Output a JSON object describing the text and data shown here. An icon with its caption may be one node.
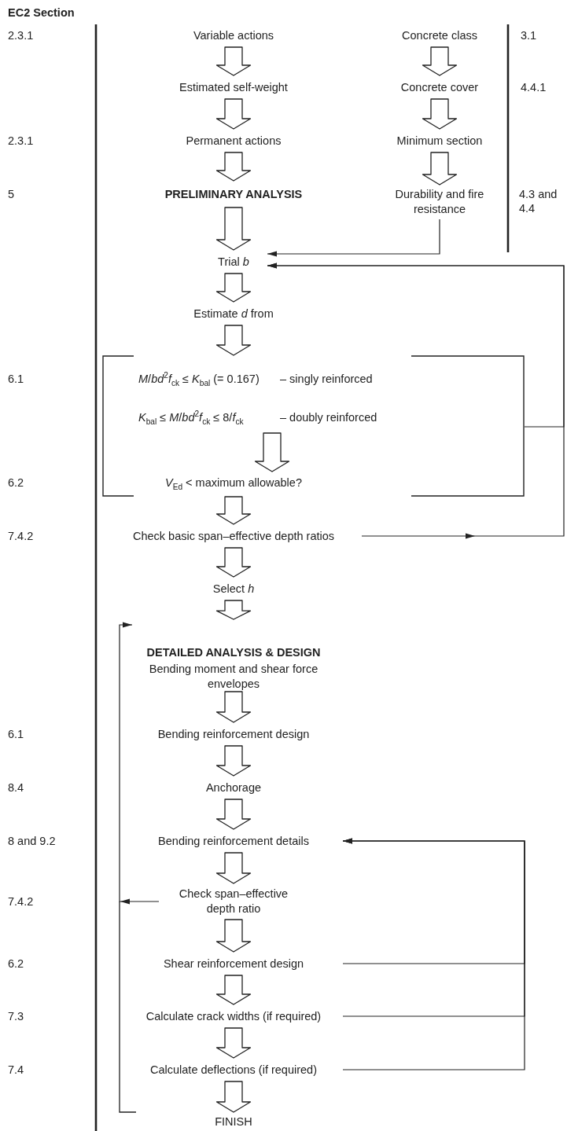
{
  "diagram": {
    "nodes": [
      {
        "text": [
          "Variable actions"
        ]
      },
      {
        "text": [
          "Estimated self-weight"
        ]
      },
      {
        "text": [
          "Permanent actions"
        ]
      },
      {
        "text": [
          "PRELIMINARY ANALYSIS"
        ]
      },
      {
        "text": [
          "Concrete class"
        ]
      },
      {
        "text": [
          "Concrete cover"
        ]
      },
      {
        "text": [
          "Minimum section"
        ]
      },
      {
        "text": [
          "Durability and fire resistance"
        ]
      },
      {
        "text": [
          "Trial *b*"
        ]
      },
      {
        "text": [
          "Estimate *d* from"
        ]
      },
      {
        "text": [],
        "shape": "box"
      },
      {
        "text": [
          "*M*/*bd*$^{2}$*f*$_{ck}$ ≤ *K*$_{bal}$ (= 0.167)",
          "– singly reinforced"
        ],
        "in": 10
      },
      {
        "text": [
          "*K*$_{bal}$ ≤ *M*/*bd*$^{2}$*f*$_{ck}$ ≤ 8/*f*$_{ck}$",
          "– doubly reinforced"
        ],
        "in": 10
      },
      {
        "text": [
          "*V*$_{Ed}$ < maximum allowable?"
        ],
        "in": 10
      },
      {
        "text": [
          "Check basic span–effective depth ratios"
        ]
      },
      {
        "text": [
          "Select *h*"
        ]
      },
      {
        "text": [
          "DETAILED ANALYSIS & DESIGN",
          "Bending moment and shear force envelopes"
        ]
      },
      {
        "text": [
          "Bending reinforcement design"
        ]
      },
      {
        "text": [
          "Anchorage"
        ]
      },
      {
        "text": [
          "Bending reinforcement details"
        ]
      },
      {
        "text": [
          "Check span–effective depth ratio"
        ]
      },
      {
        "text": [
          "Shear reinforcement design"
        ]
      },
      {
        "text": [
          "Calculate crack widths (if required)"
        ]
      },
      {
        "text": [
          "Calculate deflections (if required)"
        ]
      },
      {
        "text": [
          "FINISH"
        ]
      }
    ],
    "edges": [
      {
        "from": 0,
        "to": 1,
        "arrow": "to",
        "style": "thick"
      },
      {
        "from": 1,
        "to": 2,
        "arrow": "to",
        "style": "thick"
      },
      {
        "from": 2,
        "to": 3,
        "arrow": "to",
        "style": "thick"
      },
      {
        "from": 3,
        "to": 8,
        "arrow": "to",
        "style": "thick"
      },
      {
        "from": 4,
        "to": 5,
        "arrow": "to",
        "style": "thick"
      },
      {
        "from": 5,
        "to": 6,
        "arrow": "to",
        "style": "thick"
      },
      {
        "from": 6,
        "to": 7,
        "arrow": "to",
        "style": "thick"
      },
      {
        "from": 7,
        "to": 8,
        "arrow": "to"
      },
      {
        "from": 8,
        "to": 9,
        "arrow": "to",
        "style": "thick"
      },
      {
        "from": 9,
        "to": 10,
        "arrow": "to",
        "style": "thick"
      },
      {
        "from": 12,
        "to": 13,
        "arrow": "to",
        "style": "thick"
      },
      {
        "from": 10,
        "to": 14,
        "arrow": "to",
        "style": "thick"
      },
      {
        "from": 10,
        "to": 8,
        "arrow": "to"
      },
      {
        "from": 14,
        "to": 8,
        "arrow": "to"
      },
      {
        "from": 14,
        "to": 15,
        "arrow": "to",
        "style": "thick"
      },
      {
        "from": 15,
        "to": 16,
        "arrow": "to",
        "style": "thick"
      },
      {
        "from": 20,
        "to": 16,
        "arrow": "to"
      },
      {
        "from": 16,
        "to": 17,
        "arrow": "to",
        "style": "thick"
      },
      {
        "from": 17,
        "to": 18,
        "arrow": "to",
        "style": "thick"
      },
      {
        "from": 18,
        "to": 19,
        "arrow": "to",
        "style": "thick"
      },
      {
        "from": 19,
        "to": 20,
        "arrow": "to",
        "style": "thick"
      },
      {
        "from": 20,
        "to": 21,
        "arrow": "to",
        "style": "thick"
      },
      {
        "from": 21,
        "to": 22,
        "arrow": "to",
        "style": "thick"
      },
      {
        "from": 22,
        "to": 23,
        "arrow": "to",
        "style": "thick"
      },
      {
        "from": 23,
        "to": 24,
        "arrow": "to",
        "style": "thick"
      },
      {
        "from": 21,
        "to": 19,
        "arrow": "to"
      },
      {
        "from": 22,
        "to": 19,
        "arrow": "to"
      },
      {
        "from": 23,
        "to": 19,
        "arrow": "to"
      }
    ],
    "labels": [
      "EC2 Section",
      "2.3.1",
      "3.1",
      "4.4.1",
      "2.3.1",
      "5",
      "4.3 and 4.4",
      "6.1",
      "6.2",
      "7.4.2",
      "6.1",
      "8.4",
      "8 and 9.2",
      "7.4.2",
      "6.2",
      "7.3",
      "7.4"
    ]
  }
}
